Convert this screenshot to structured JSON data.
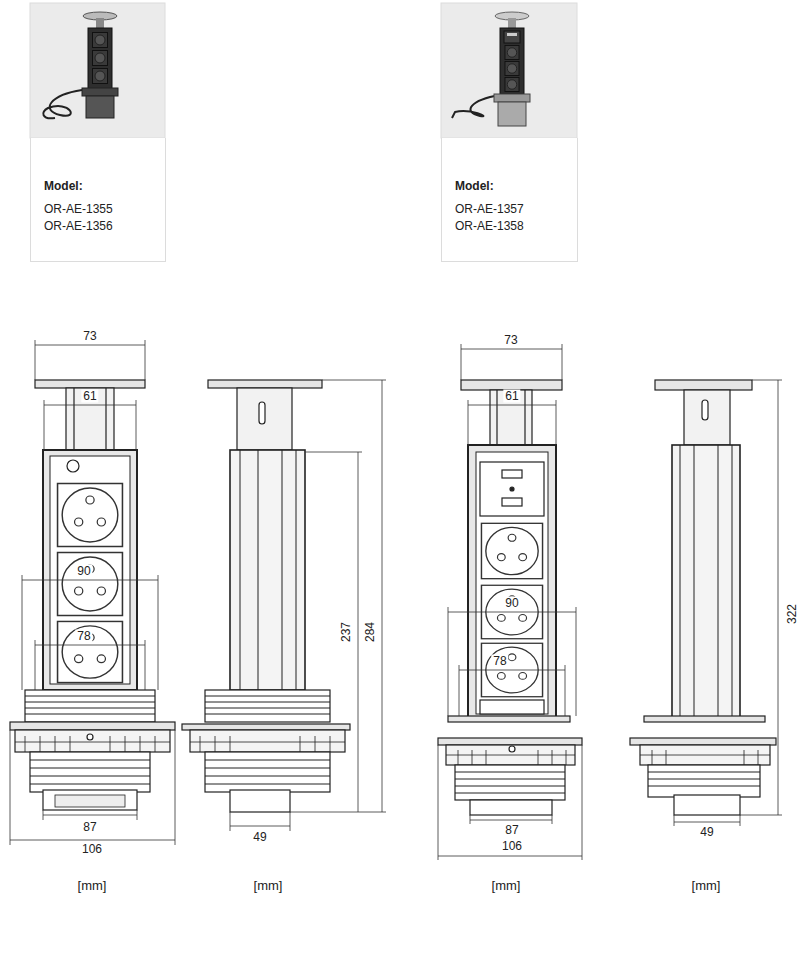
{
  "diagram": {
    "nodes": [
      {
        "text": [
          "Model:",
          "OR-AE-1355",
          "OR-AE-1356"
        ]
      },
      {
        "text": [
          "Model:",
          "OR-AE-1357",
          "OR-AE-1358"
        ]
      }
    ],
    "labels": [
      "73",
      "61",
      "90",
      "78",
      "87",
      "106",
      "237",
      "284",
      "49",
      "[mm]",
      "[mm]",
      "73",
      "61",
      "90",
      "78",
      "87",
      "106",
      "322",
      "49",
      "[mm]",
      "[mm]"
    ]
  }
}
